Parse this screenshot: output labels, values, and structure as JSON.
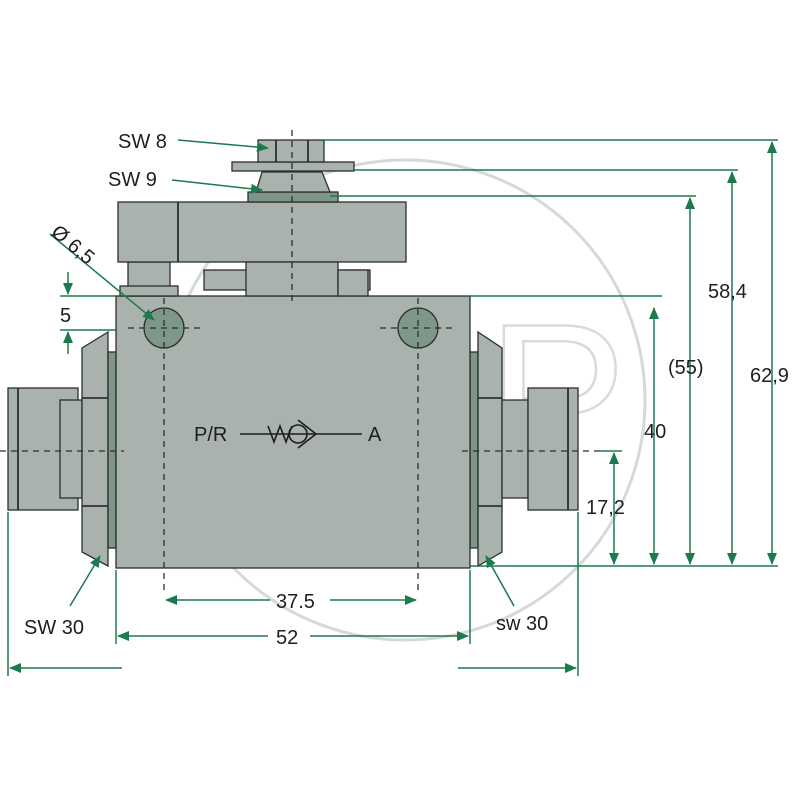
{
  "diagram": {
    "watermark": "AGP",
    "labels": {
      "sw8": "SW 8",
      "sw9": "SW 9",
      "hole_diameter": "Ø 6,5",
      "dim_5": "5",
      "port_pr": "P/R",
      "port_a": "A",
      "dim_40": "40",
      "dim_55": "(55)",
      "dim_58_4": "58,4",
      "dim_62_9": "62,9",
      "dim_17_2": "17,2",
      "dim_37_5": "37.5",
      "dim_52": "52",
      "sw30_left": "SW 30",
      "sw30_right": "sw 30"
    },
    "colors": {
      "body": "#a9b2ac",
      "accent": "#7f958a",
      "dimension": "#1c7a4e",
      "outline": "#2a2f2c"
    }
  }
}
